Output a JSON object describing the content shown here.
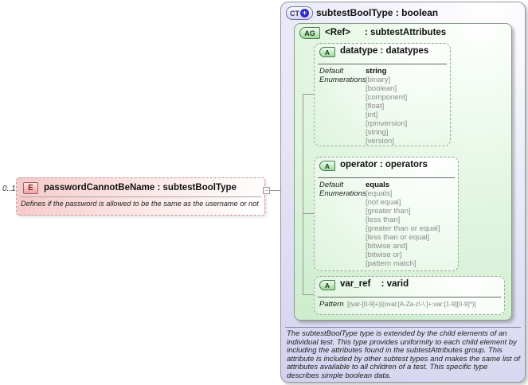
{
  "icons": {
    "expand": "+",
    "collapse": "–"
  },
  "element": {
    "cardinality": "0..1",
    "badge": "E",
    "title": "passwordCannotBeName : subtestBoolType",
    "annotation": "Defines if the password is allowed to be the same as the username or not"
  },
  "complex_type": {
    "badge": "CT",
    "title": "subtestBoolType : boolean",
    "documentation": "The subtestBoolType type is extended by the child elements of an individual test.  This type provides uniformity to each child element by including the attributes found in the subtestAttributes group.  This attribute is included by other subtest types and makes the same list of attributes available to all children of a test.  This specific type describes simple boolean data."
  },
  "attribute_group": {
    "badge": "AG",
    "name": "<Ref>",
    "type": ": subtestAttributes"
  },
  "attributes": {
    "datatype": {
      "badge": "A",
      "name": "datatype",
      "type": ": datatypes",
      "default_label": "Default",
      "default_value": "string",
      "enumerations_label": "Enumerations",
      "enums": [
        "[binary]",
        "[boolean]",
        "[component]",
        "[float]",
        "[int]",
        "[rpmversion]",
        "[string]",
        "[version]"
      ]
    },
    "operator": {
      "badge": "A",
      "name": "operator",
      "type": ": operators",
      "default_label": "Default",
      "default_value": "equals",
      "enumerations_label": "Enumerations",
      "enums": [
        "[equals]",
        "[not equal]",
        "[greater than]",
        "[less than]",
        "[greater than or equal]",
        "[less than or equal]",
        "[bitwise and]",
        "[bitwise or]",
        "[pattern match]"
      ]
    },
    "var_ref": {
      "badge": "A",
      "name": "var_ref",
      "type": ": varid",
      "pattern_label": "Pattern",
      "pattern_value": "[(var-[0-9]+)|(oval:[A-Za-z\\-\\.]+:var:[1-9][0-9]*)]"
    }
  }
}
